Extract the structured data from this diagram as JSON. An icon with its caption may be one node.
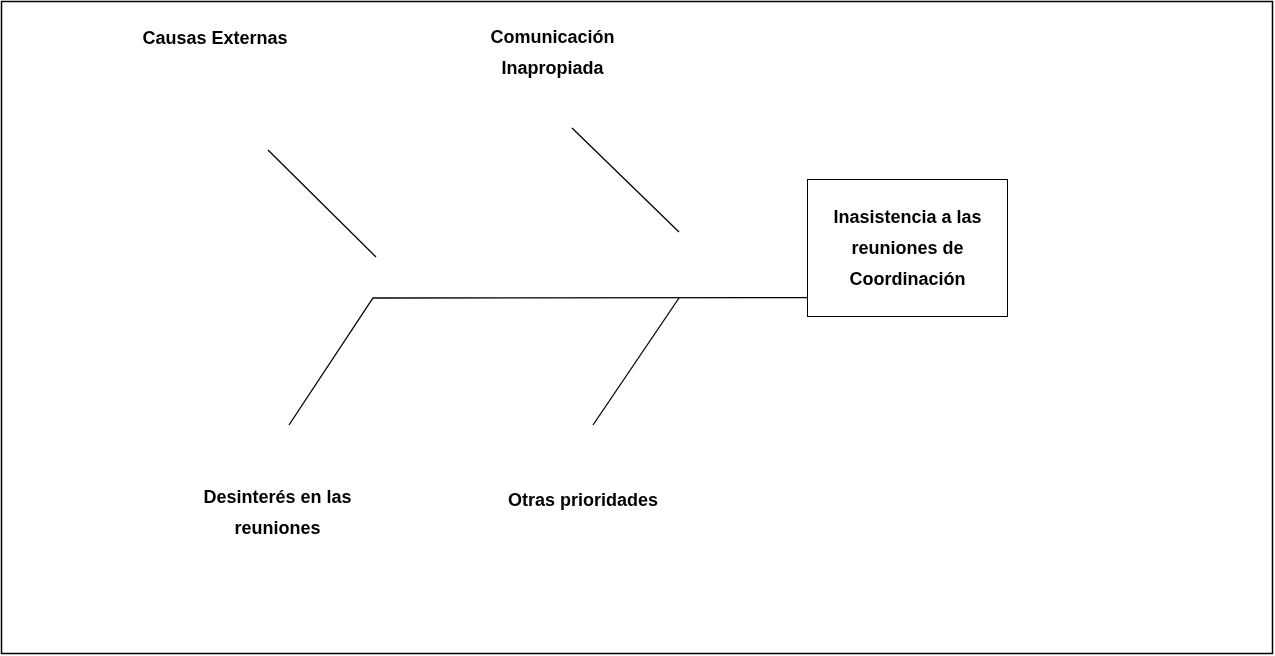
{
  "diagram": {
    "nodes": [
      {
        "text": [
          "Causas Externas"
        ]
      },
      {
        "text": [
          "Comunicación Inapropiada"
        ]
      },
      {
        "text": [
          "Inasistencia a las reuniones de Coordinación"
        ]
      },
      {
        "text": [
          "Desinterés en las reuniones"
        ]
      },
      {
        "text": [
          "Otras prioridades"
        ]
      }
    ],
    "edges": [
      {
        "from": null,
        "to": 2,
        "arrow": "none"
      }
    ]
  }
}
